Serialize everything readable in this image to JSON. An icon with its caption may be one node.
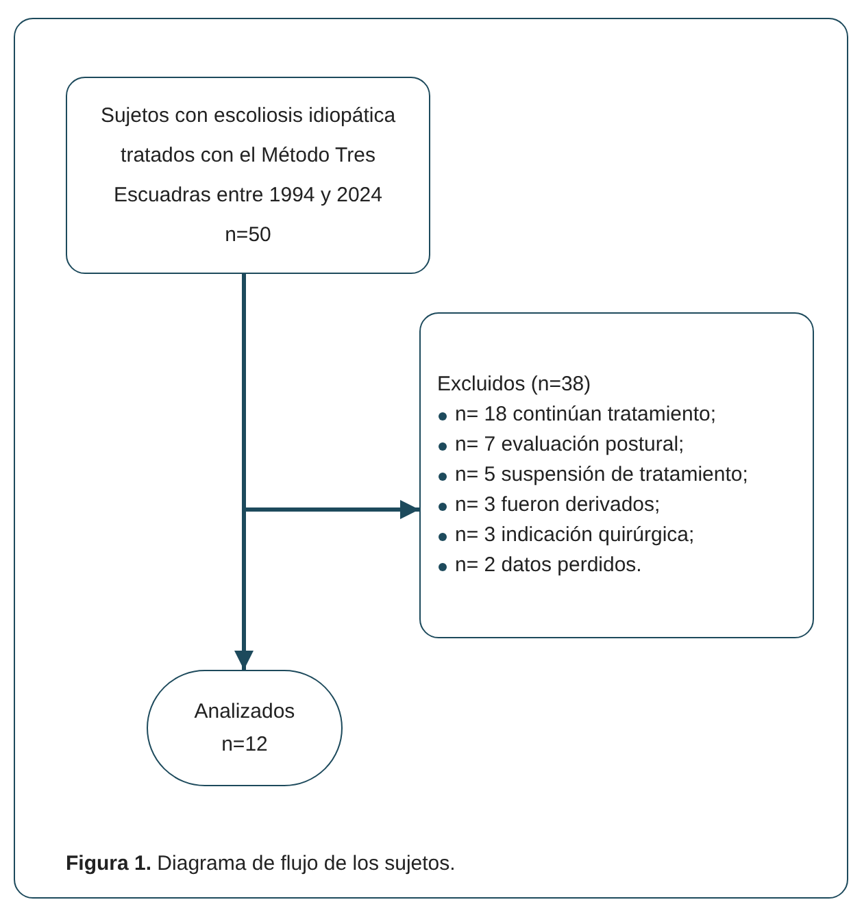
{
  "diagram": {
    "caption": "**Figura 1.** Diagrama de flujo de los sujetos.",
    "nodes": [
      {
        "text": [
          "Sujetos con escoliosis idiopática tratados con el Método Tres Escuadras entre 1994 y 2024",
          "n=50"
        ]
      },
      {
        "text": [
          "Excluidos (n=38)",
          "n= 18 continúan tratamiento;",
          "n= 7 evaluación postural;",
          "n= 5 suspensión de tratamiento;",
          "n= 3 fueron derivados;",
          "n= 3 indicación quirúrgica;",
          "n= 2 datos perdidos."
        ]
      },
      {
        "text": [
          "Analizados",
          "n=12"
        ]
      }
    ],
    "edges": [
      {
        "from": 0,
        "to": 1,
        "arrow": "to"
      },
      {
        "from": 0,
        "to": 2,
        "arrow": "to"
      }
    ]
  }
}
